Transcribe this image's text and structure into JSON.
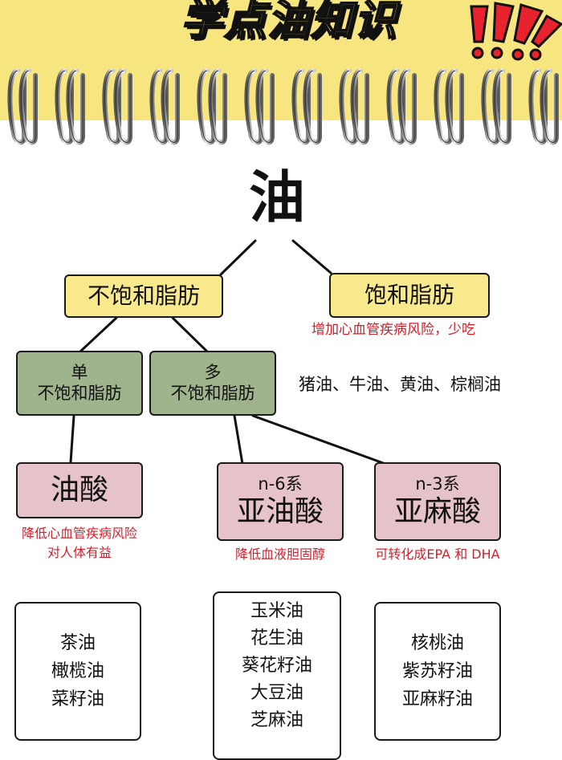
{
  "header": {
    "title": "学点油知识"
  },
  "root": {
    "label": "油"
  },
  "unsaturated": {
    "label": "不饱和脂肪"
  },
  "saturated": {
    "label": "饱和脂肪",
    "note": "增加心血管疾病风险，少吃",
    "examples": "猪油、牛油、黄油、棕榈油"
  },
  "mono": {
    "line1": "单",
    "line2": "不饱和脂肪"
  },
  "poly": {
    "line1": "多",
    "line2": "不饱和脂肪"
  },
  "oleic": {
    "label": "油酸",
    "note_line1": "降低心血管疾病风险",
    "note_line2": "对人体有益",
    "oils": [
      "茶油",
      "橄榄油",
      "菜籽油"
    ]
  },
  "linoleic": {
    "series": "n-6系",
    "label": "亚油酸",
    "note": "降低血液胆固醇",
    "oils": [
      "玉米油",
      "花生油",
      "葵花籽油",
      "大豆油",
      "芝麻油"
    ]
  },
  "linolenic": {
    "series": "n-3系",
    "label": "亚麻酸",
    "note": "可转化成EPA 和 DHA",
    "oils": [
      "核桃油",
      "紫苏籽油",
      "亚麻籽油"
    ]
  },
  "colors": {
    "header": "#f7e57f",
    "yellow_box": "#f8e98c",
    "green_box": "#9fb48c",
    "pink_box": "#e6c3c8",
    "note_red": "#d0202b",
    "exclaim_red": "#e8232d"
  }
}
